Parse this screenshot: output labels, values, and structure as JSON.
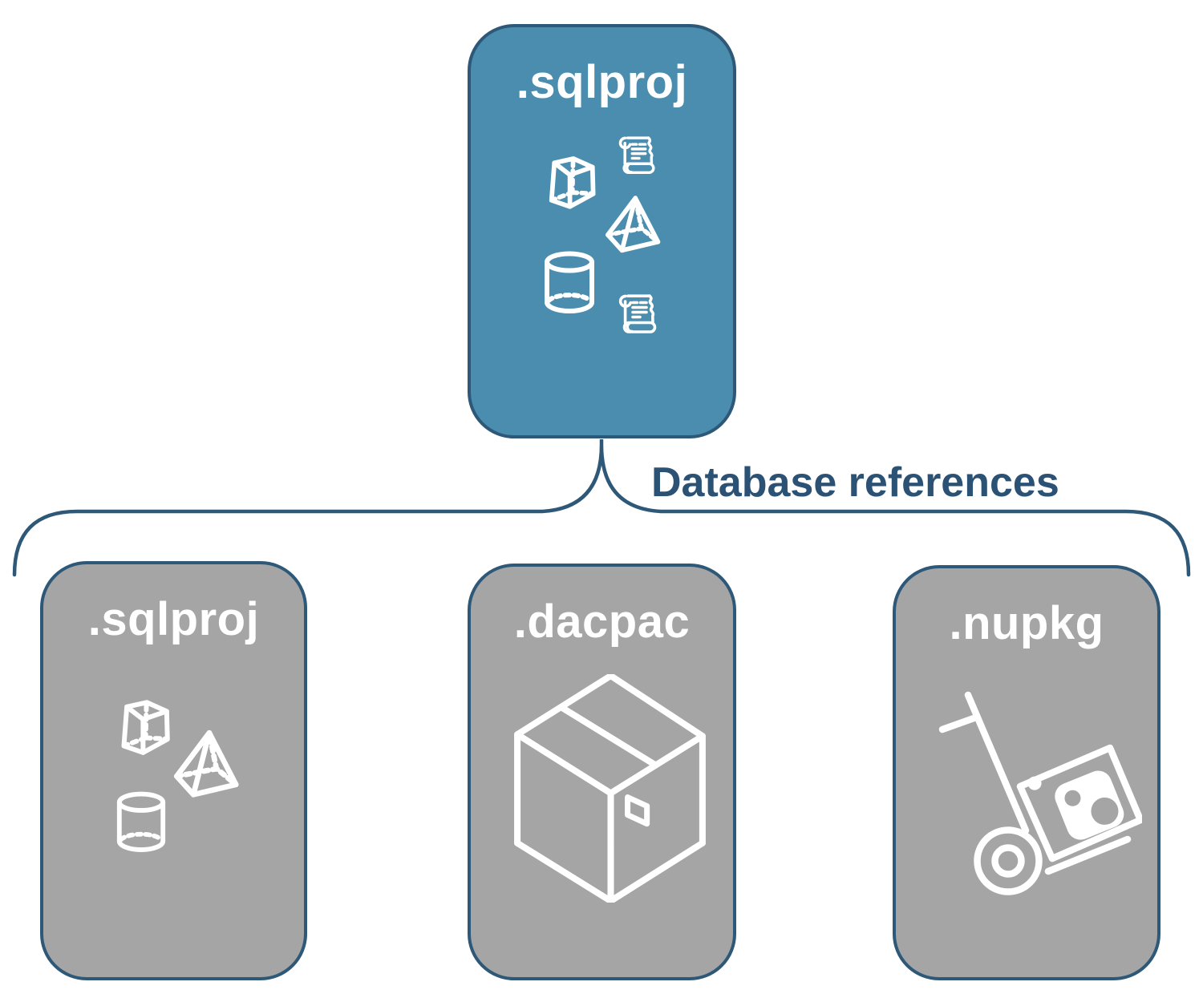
{
  "colors": {
    "accent_teal": "#4A8DAE",
    "card_gray": "#A5A5A5",
    "outline_blue": "#2E5877",
    "label_blue": "#2B5275",
    "icon_white": "#FFFFFF",
    "background": "#FFFFFF"
  },
  "diagram": {
    "source_card": {
      "label": ".sqlproj",
      "icons": [
        "scroll-icon",
        "cube-icon",
        "pyramid-icon",
        "cylinder-icon",
        "scroll-icon"
      ]
    },
    "connector": {
      "type": "curly-brace",
      "label": "Database references"
    },
    "reference_cards": [
      {
        "label": ".sqlproj",
        "icons": [
          "cube-icon",
          "pyramid-icon",
          "cylinder-icon"
        ]
      },
      {
        "label": ".dacpac",
        "icons": [
          "package-box-icon"
        ]
      },
      {
        "label": ".nupkg",
        "icons": [
          "hand-truck-icon",
          "nuget-package-icon"
        ]
      }
    ]
  }
}
